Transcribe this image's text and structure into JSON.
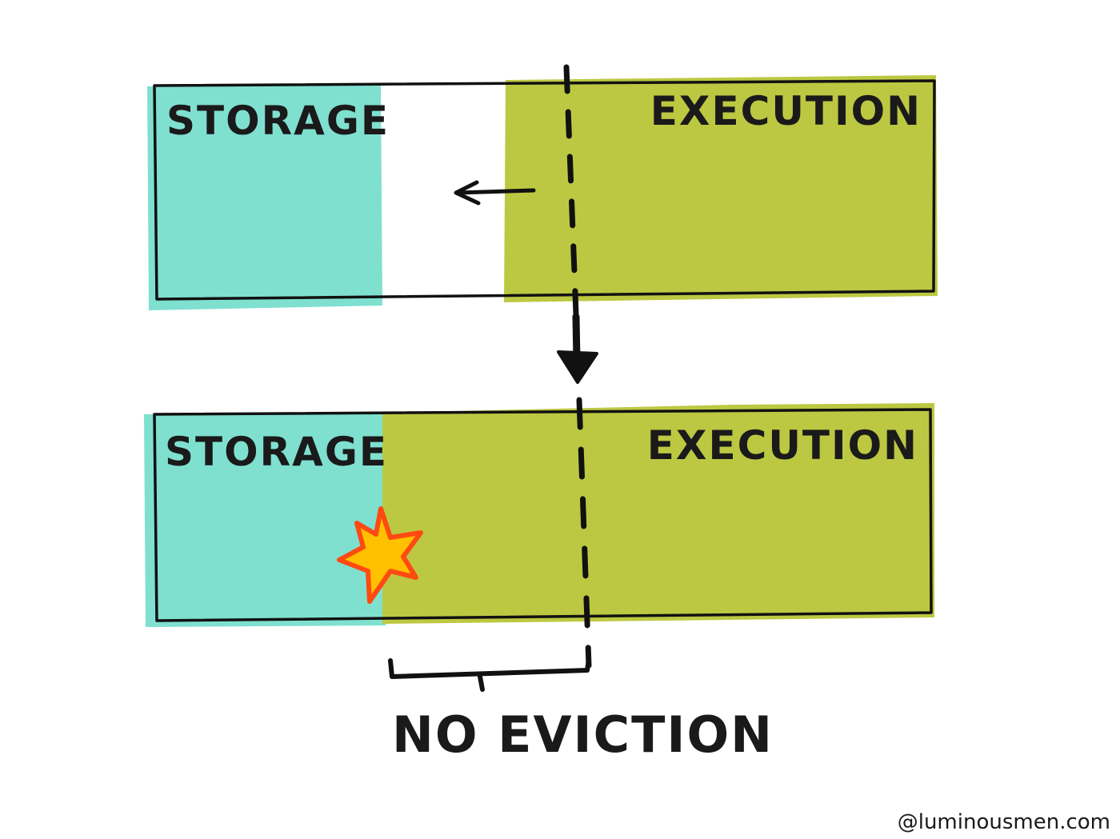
{
  "panel_top": {
    "storage_label": "STORAGE",
    "execution_label": "EXECUTION"
  },
  "panel_bottom": {
    "storage_label": "STORAGE",
    "execution_label": "EXECUTION"
  },
  "caption": "NO EVICTION",
  "credit": "@luminousmen.com",
  "colors": {
    "storage": "#7fe0d0",
    "execution": "#bcc841",
    "outline": "#111111",
    "burst_outer": "#ff4a12",
    "burst_inner": "#ffc000"
  },
  "icons": {
    "move_arrow": "arrow-left-icon",
    "transition_arrow": "arrow-down-icon",
    "collision": "burst-icon",
    "bracket": "bracket-icon"
  }
}
